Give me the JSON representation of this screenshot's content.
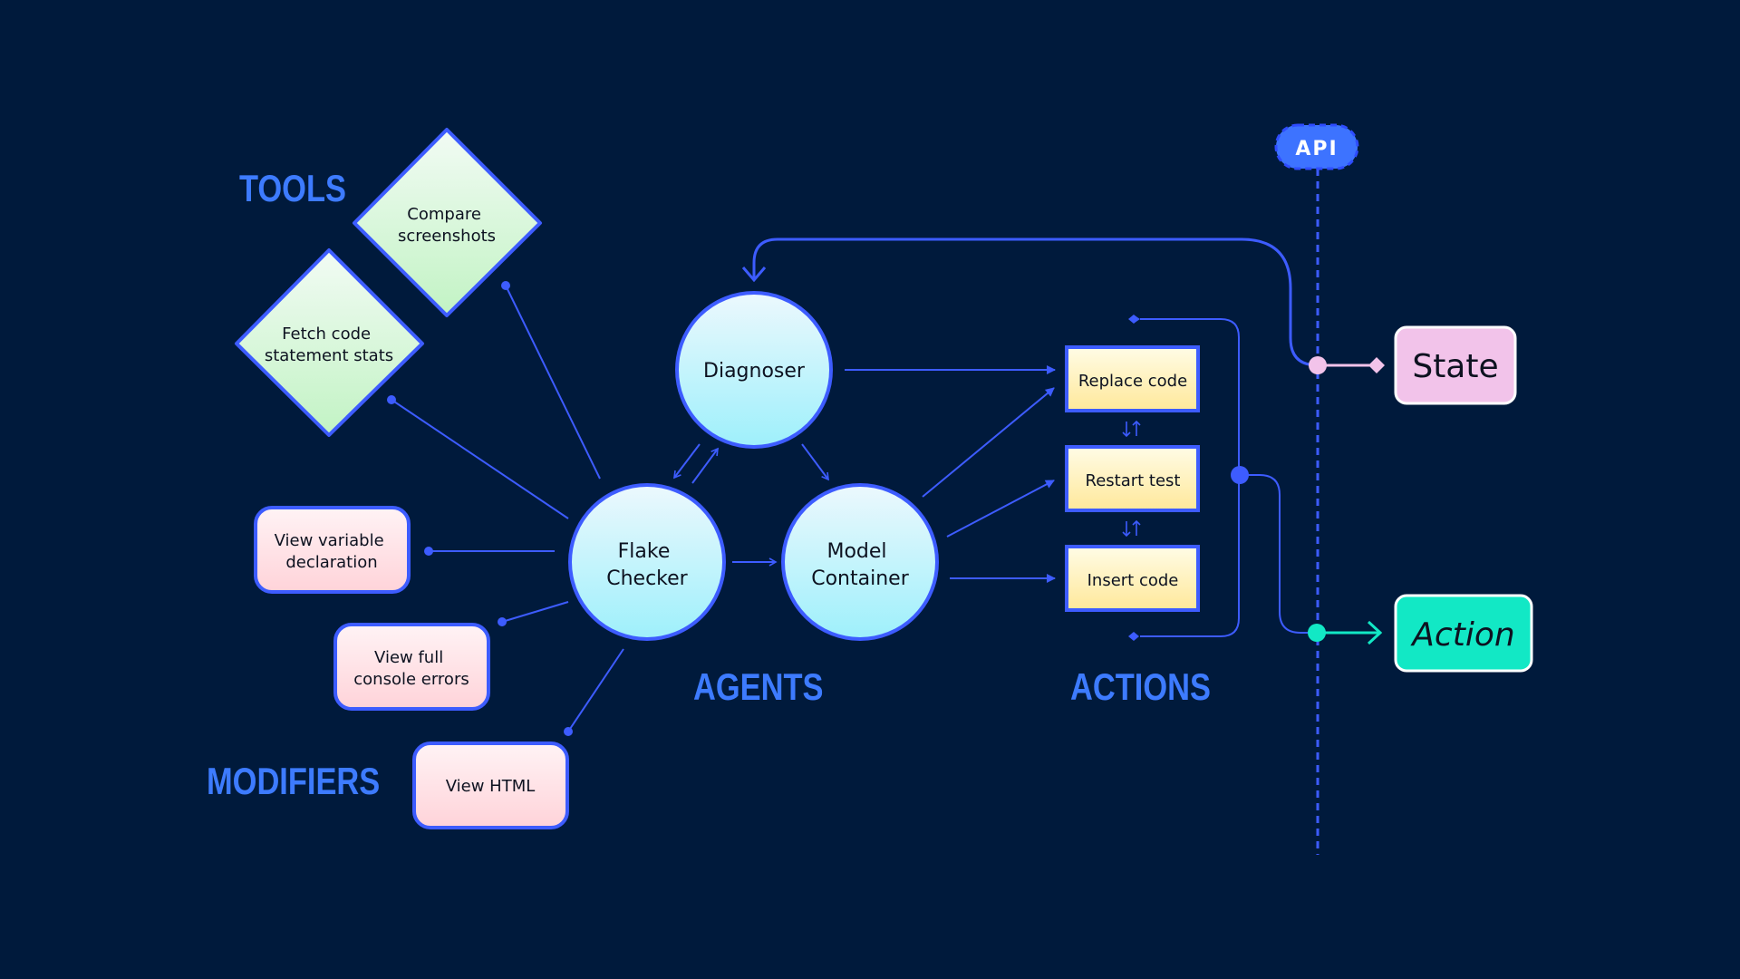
{
  "sections": {
    "tools": "TOOLS",
    "modifiers": "MODIFIERS",
    "agents": "AGENTS",
    "actions": "ACTIONS"
  },
  "tools": {
    "compare": [
      "Compare",
      "screenshots"
    ],
    "fetch": [
      "Fetch code",
      "statement stats"
    ]
  },
  "modifiers": {
    "variable": [
      "View variable",
      "declaration"
    ],
    "console": [
      "View full",
      "console errors"
    ],
    "html": [
      "View HTML"
    ]
  },
  "agents": {
    "diagnoser": [
      "Diagnoser"
    ],
    "flake_checker": [
      "Flake",
      "Checker"
    ],
    "model_container": [
      "Model",
      "Container"
    ]
  },
  "actions": {
    "replace": "Replace code",
    "restart": "Restart test",
    "insert": "Insert code"
  },
  "api": {
    "label": "API",
    "state": "State",
    "action": "Action"
  },
  "colors": {
    "background": "#001a3c",
    "accent_blue": "#3d5cff",
    "label_blue": "#3d7bff",
    "state_pink": "#f2c3ea",
    "action_teal": "#12e8c5"
  }
}
